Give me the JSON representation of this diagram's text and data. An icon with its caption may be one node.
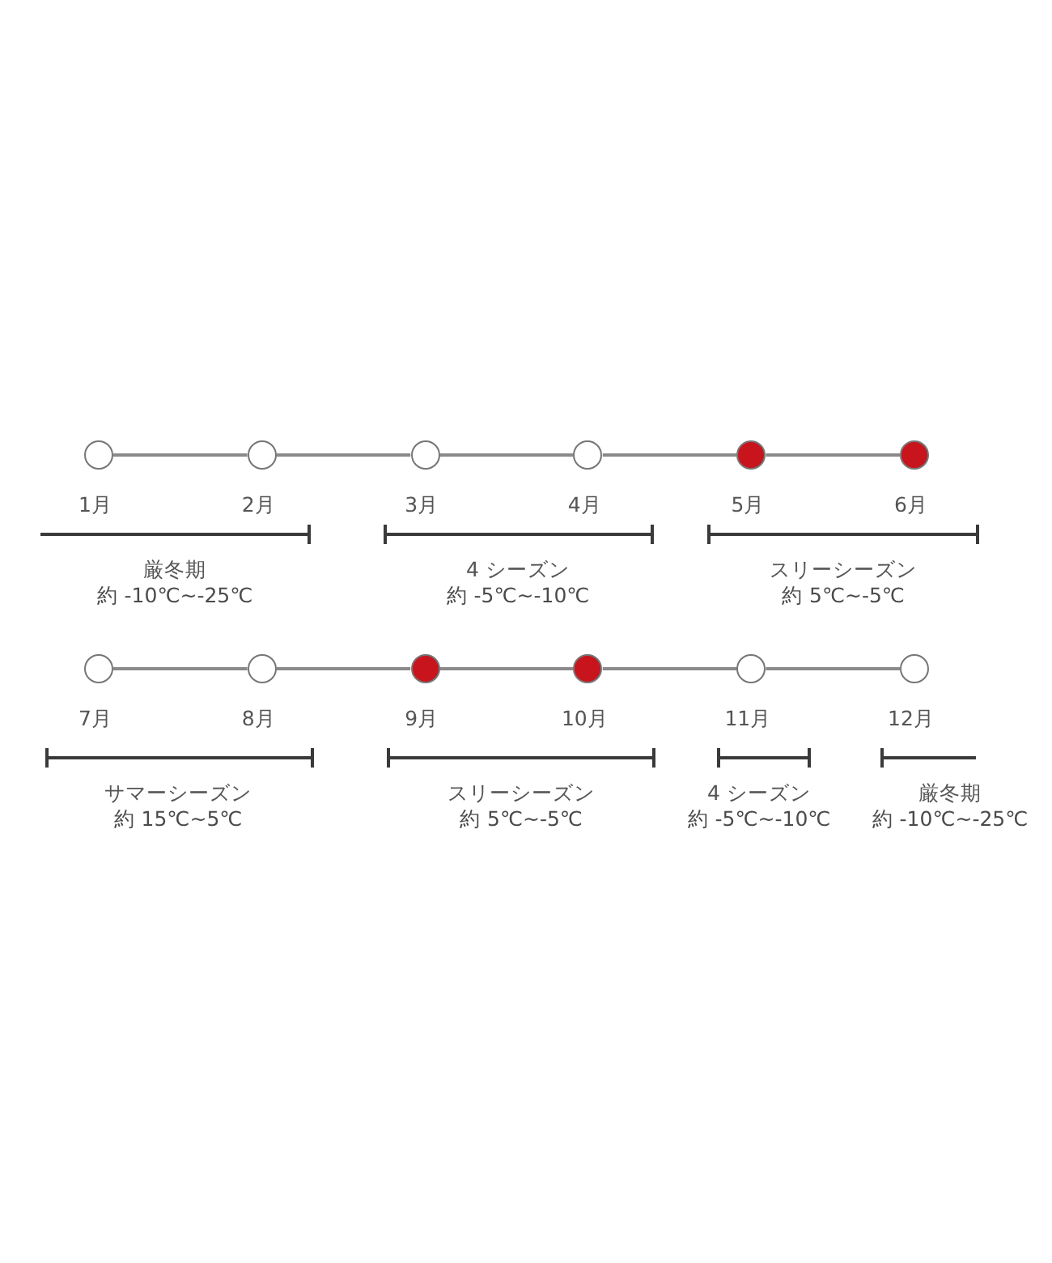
{
  "diagram": {
    "nodes": [
      {
        "text": [],
        "shape": "circle",
        "beside": [
          "1月"
        ]
      },
      {
        "text": [],
        "shape": "circle",
        "beside": [
          "2月"
        ]
      },
      {
        "text": [],
        "shape": "circle",
        "beside": [
          "3月"
        ]
      },
      {
        "text": [],
        "shape": "circle",
        "beside": [
          "4月"
        ]
      },
      {
        "text": [],
        "shape": "circle",
        "beside": [
          "5月"
        ]
      },
      {
        "text": [],
        "shape": "circle",
        "beside": [
          "6月"
        ]
      },
      {
        "text": [],
        "shape": "circle",
        "beside": [
          "7月"
        ]
      },
      {
        "text": [],
        "shape": "circle",
        "beside": [
          "8月"
        ]
      },
      {
        "text": [],
        "shape": "circle",
        "beside": [
          "9月"
        ]
      },
      {
        "text": [],
        "shape": "circle",
        "beside": [
          "10月"
        ]
      },
      {
        "text": [],
        "shape": "circle",
        "beside": [
          "11月"
        ]
      },
      {
        "text": [],
        "shape": "circle",
        "beside": [
          "12月"
        ]
      }
    ],
    "edges": [
      {
        "from": 0,
        "to": 1,
        "arrow": "none"
      },
      {
        "from": 1,
        "to": 2,
        "arrow": "none"
      },
      {
        "from": 2,
        "to": 3,
        "arrow": "none"
      },
      {
        "from": 3,
        "to": 4,
        "arrow": "none"
      },
      {
        "from": 4,
        "to": 5,
        "arrow": "none"
      },
      {
        "from": 6,
        "to": 7,
        "arrow": "none"
      },
      {
        "from": 7,
        "to": 8,
        "arrow": "none"
      },
      {
        "from": 8,
        "to": 9,
        "arrow": "none"
      },
      {
        "from": 9,
        "to": 10,
        "arrow": "none"
      },
      {
        "from": 10,
        "to": 11,
        "arrow": "none"
      }
    ],
    "labels": [
      "厳冬期",
      "約 -10℃~-25℃",
      "4 シーズン",
      "約 -5℃~-10℃",
      "スリーシーズン",
      "約 5℃~-5℃",
      "サマーシーズン",
      "約 15℃~5℃",
      "スリーシーズン",
      "約 5℃~-5℃",
      "4 シーズン",
      "約 -5℃~-10℃",
      "厳冬期",
      "約 -10℃~-25℃"
    ]
  }
}
